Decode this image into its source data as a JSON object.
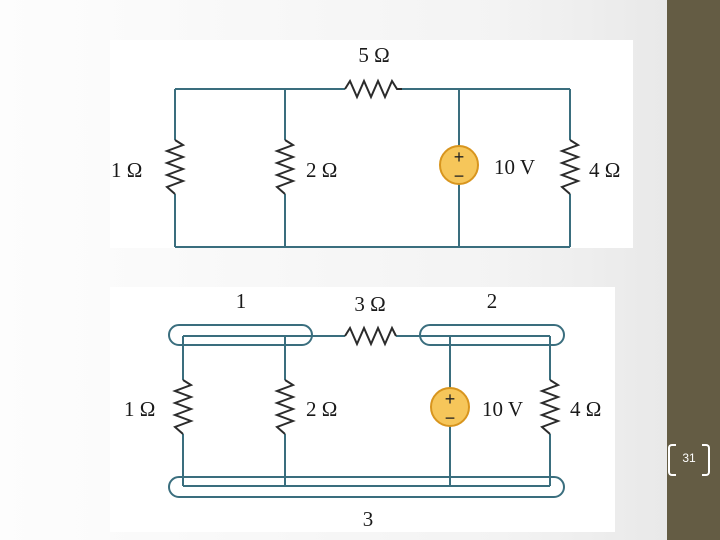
{
  "slide": {
    "page_number": "31"
  },
  "colors": {
    "background": "#f5f5f5",
    "side_band": "#645c44",
    "wire": "#3a6e7e",
    "source_fill": "#f6c65a",
    "source_border": "#d8951e"
  },
  "circuit_top": {
    "labels": {
      "r_top": "5 Ω",
      "r_left": "1 Ω",
      "r_mid": "2 Ω",
      "source": "10 V",
      "r_right": "4 Ω",
      "plus": "+",
      "minus": "−"
    }
  },
  "circuit_bottom": {
    "labels": {
      "r_top": "3 Ω",
      "r_left": "1 Ω",
      "r_mid": "2 Ω",
      "source": "10 V",
      "r_right": "4 Ω",
      "plus": "+",
      "minus": "−"
    },
    "nodes": {
      "node_1": "1",
      "node_2": "2",
      "node_3": "3"
    }
  }
}
